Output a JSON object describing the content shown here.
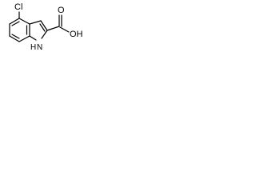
{
  "molecule": {
    "atoms": {
      "cl": "Cl",
      "o_double": "O",
      "oh": "OH",
      "nh": "H",
      "n": "N"
    }
  },
  "colors": {
    "bond": "#000000",
    "text": "#000000",
    "background": "#ffffff"
  }
}
